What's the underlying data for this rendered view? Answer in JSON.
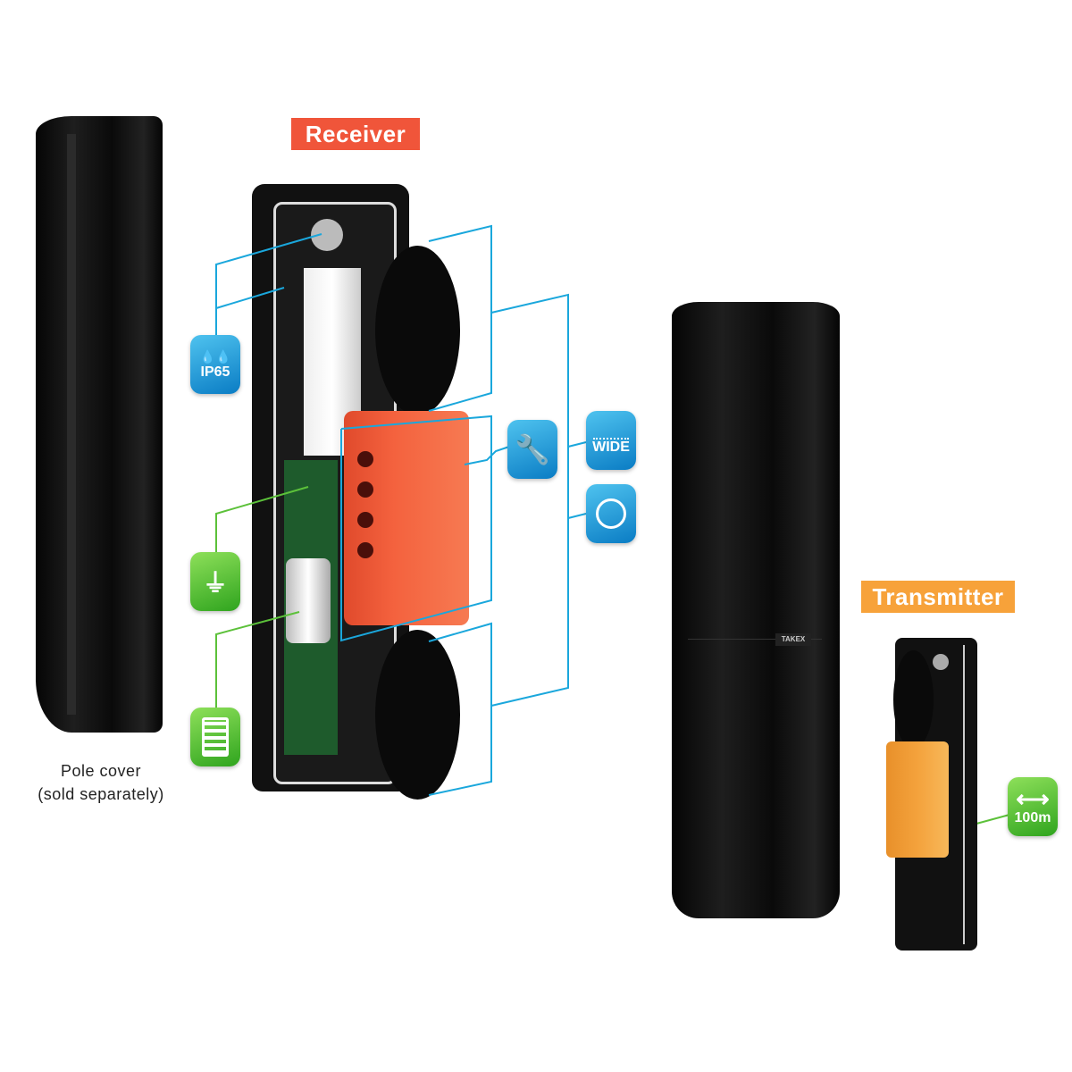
{
  "labels": {
    "receiver": "Receiver",
    "transmitter": "Transmitter",
    "pole_cover_line1": "Pole cover",
    "pole_cover_line2": "(sold separately)",
    "brand": "TAKEX"
  },
  "badges": {
    "ip65": "IP65",
    "wide": "WIDE",
    "range": "100m"
  },
  "icons": [
    "water-drops-icon",
    "maintenance-person-icon",
    "wide-beam-icon",
    "alignment-scope-icon",
    "wiring-terminal-icon",
    "battery-icon",
    "double-arrow-icon"
  ],
  "colors": {
    "receiver_label": "#f0553a",
    "transmitter_label": "#f7a23a",
    "callout_blue": "#1aa7dc",
    "callout_green": "#5cc13a",
    "chassis_orange": "#f4623e",
    "transmitter_orange": "#f4a23c"
  }
}
